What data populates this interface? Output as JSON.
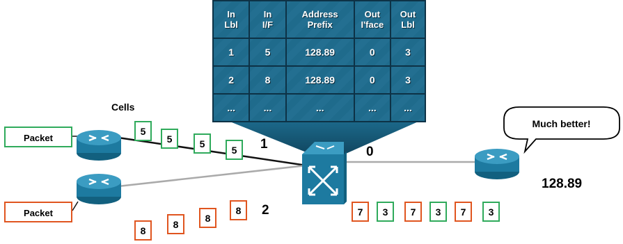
{
  "table": {
    "headers": [
      "In Lbl",
      "In I/F",
      "Address Prefix",
      "Out I'face",
      "Out Lbl"
    ],
    "header_lines": [
      [
        "In",
        "Lbl"
      ],
      [
        "In",
        "I/F"
      ],
      [
        "Address",
        "Prefix"
      ],
      [
        "Out",
        "I'face"
      ],
      [
        "Out",
        "Lbl"
      ]
    ],
    "rows": [
      [
        "1",
        "5",
        "128.89",
        "0",
        "3"
      ],
      [
        "2",
        "8",
        "128.89",
        "0",
        "3"
      ],
      [
        "...",
        "...",
        "...",
        "...",
        "..."
      ]
    ]
  },
  "labels": {
    "cells": "Cells",
    "packet_top": "Packet",
    "packet_bottom": "Packet",
    "port_in_1": "1",
    "port_in_2": "2",
    "port_out": "0",
    "destination": "128.89",
    "bubble": "Much better!"
  },
  "cells_top": [
    "5",
    "5",
    "5",
    "5"
  ],
  "cells_bottom": [
    "8",
    "8",
    "8",
    "8"
  ],
  "cells_out": [
    "7",
    "3",
    "7",
    "3",
    "7",
    "3"
  ],
  "colors": {
    "table_fill": "#1f6b8c",
    "router": "#1d7aa0",
    "cell_green": "#2faa5b",
    "cell_orange": "#e0551f"
  }
}
